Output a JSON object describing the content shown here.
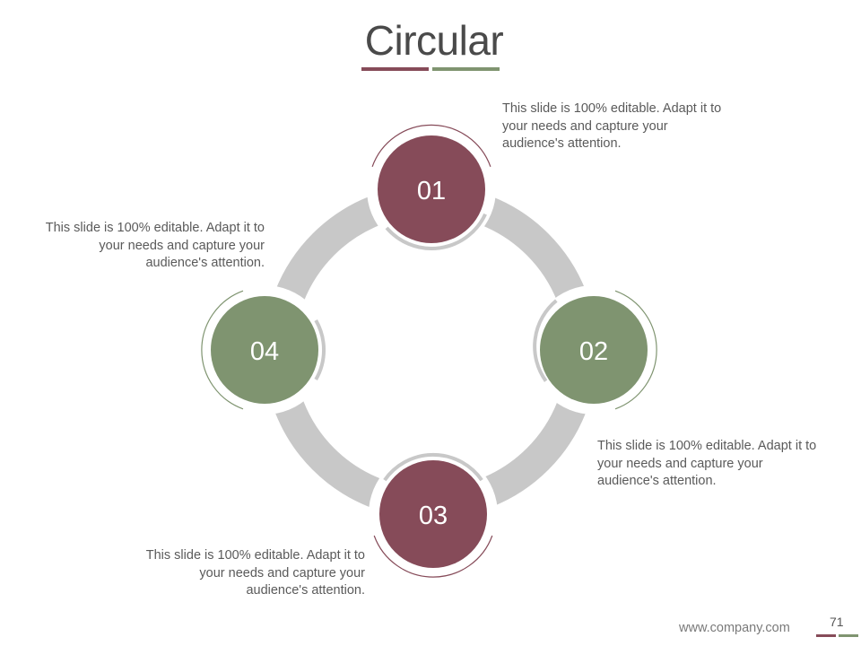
{
  "slide": {
    "title": "Circular",
    "footer_url": "www.company.com",
    "page_number": "71"
  },
  "colors": {
    "maroon": "#864b59",
    "green": "#7f9470",
    "ring_gray": "#c8c8c8",
    "title_text": "#4a4a4a"
  },
  "steps": [
    {
      "label": "01",
      "color": "maroon",
      "text": "This slide is 100% editable. Adapt it to your needs and capture your audience's attention."
    },
    {
      "label": "02",
      "color": "green",
      "text": "This slide is 100% editable. Adapt it to your needs and capture your audience's attention."
    },
    {
      "label": "03",
      "color": "maroon",
      "text": "This slide is 100% editable. Adapt it to your needs and capture your audience's attention."
    },
    {
      "label": "04",
      "color": "green",
      "text": "This slide is 100% editable. Adapt it to your needs and capture your audience's attention."
    }
  ]
}
